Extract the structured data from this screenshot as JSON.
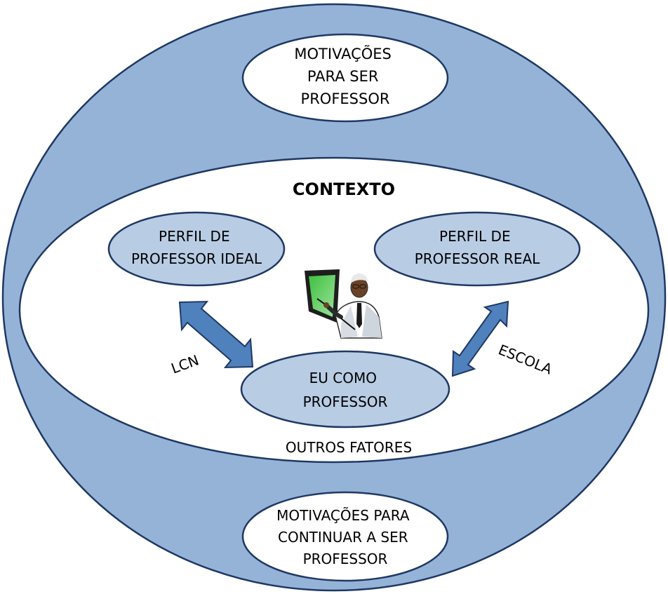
{
  "colors": {
    "outer_fill": "#95B3D7",
    "ellipse_fill": "#B8CCE4",
    "stroke": "#1F3864",
    "arrow_fill": "#4F81BD",
    "white": "#FFFFFF"
  },
  "diagram": {
    "outer": {
      "top_bubble": {
        "lines": [
          "MOTIVAÇÕES",
          "PARA SER",
          "PROFESSOR"
        ]
      },
      "bottom_bubble": {
        "lines": [
          "MOTIVAÇÕES PARA",
          "CONTINUAR A SER",
          "PROFESSOR"
        ]
      }
    },
    "inner": {
      "title": "CONTEXTO",
      "ideal": {
        "lines": [
          "PERFIL DE",
          "PROFESSOR IDEAL"
        ]
      },
      "real": {
        "lines": [
          "PERFIL DE",
          "PROFESSOR REAL"
        ]
      },
      "self": {
        "lines": [
          "EU COMO",
          "PROFESSOR"
        ]
      },
      "other_factors": "OUTROS FATORES"
    },
    "links": {
      "left_label": "LCN",
      "right_label": "ESCOLA"
    },
    "illustration": {
      "icon": "teacher-at-board-icon"
    }
  }
}
